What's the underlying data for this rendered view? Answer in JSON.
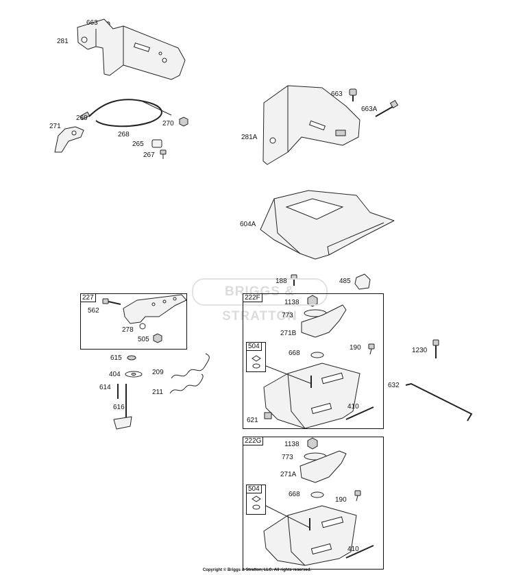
{
  "watermark": "BRIGGS & STRATTON",
  "copyright": "Copyright © Briggs & Stratton, LLC. All rights reserved.",
  "group_labels": {
    "g227": "227",
    "g222F": "222F",
    "g222G": "222G",
    "g504a": "504",
    "g504b": "504"
  },
  "callouts": {
    "c663_top": "663",
    "c281": "281",
    "c269": "269",
    "c271": "271",
    "c268": "268",
    "c270": "270",
    "c265": "265",
    "c267": "267",
    "c663_right": "663",
    "c663A": "663A",
    "c281A": "281A",
    "c604A": "604A",
    "c188": "188",
    "c485": "485",
    "c562": "562",
    "c278": "278",
    "c505": "505",
    "c1138_F": "1138",
    "c773_F": "773",
    "c271B": "271B",
    "c668_F": "668",
    "c190_F": "190",
    "c621": "621",
    "c410_F": "410",
    "c1230": "1230",
    "c632": "632",
    "c615": "615",
    "c404": "404",
    "c614": "614",
    "c616": "616",
    "c209": "209",
    "c211": "211",
    "c1138_G": "1138",
    "c773_G": "773",
    "c271A": "271A",
    "c668_G": "668",
    "c190_G": "190",
    "c410_G": "410"
  }
}
